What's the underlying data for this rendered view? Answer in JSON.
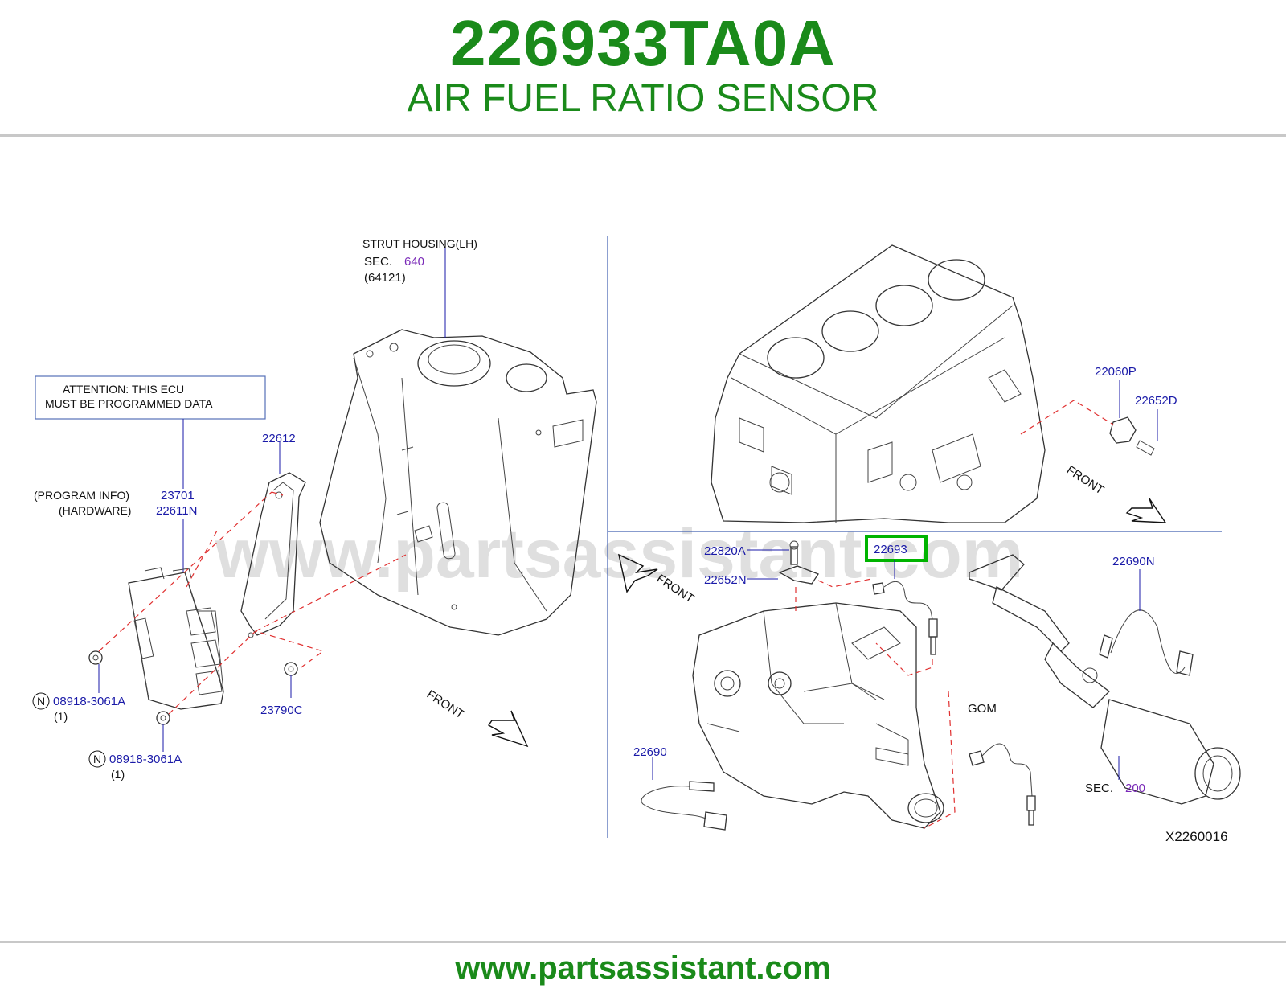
{
  "header": {
    "part_number": "226933TA0A",
    "part_name": "AIR FUEL RATIO SENSOR"
  },
  "footer": {
    "url": "www.partsassistant.com"
  },
  "watermark": "www.partsassistant.com",
  "colors": {
    "brand_green": "#1a8a1a",
    "label_blue": "#1a1aa8",
    "sec_purple": "#7a2ab8",
    "highlight_green": "#00b400",
    "dash_red": "#e03030"
  },
  "notes": {
    "strut_title": "STRUT   HOUSING(LH)",
    "sec_prefix_1": "SEC.",
    "sec_value_1": "640",
    "strut_code": "(64121)",
    "attention_line1": "ATTENTION:   THIS   ECU",
    "attention_line2": "MUST   BE   PROGRAMMED   DATA",
    "program_info": "(PROGRAM   INFO)",
    "hardware": "(HARDWARE)",
    "front": "FRONT",
    "gom": "GOM",
    "sec_prefix_2": "SEC.",
    "sec_value_2": "200",
    "diagram_code": "X2260016",
    "qty_1": "(1)",
    "qty_2": "(1)",
    "n_symbol": "N"
  },
  "parts": {
    "p22612": "22612",
    "p23701": "23701",
    "p22611N": "22611N",
    "p08918a": "08918-3061A",
    "p08918b": "08918-3061A",
    "p23790C": "23790C",
    "p22060P": "22060P",
    "p22652D": "22652D",
    "p22820A": "22820A",
    "p22652N": "22652N",
    "p22693": "22693",
    "p22690N": "22690N",
    "p22690": "22690"
  }
}
